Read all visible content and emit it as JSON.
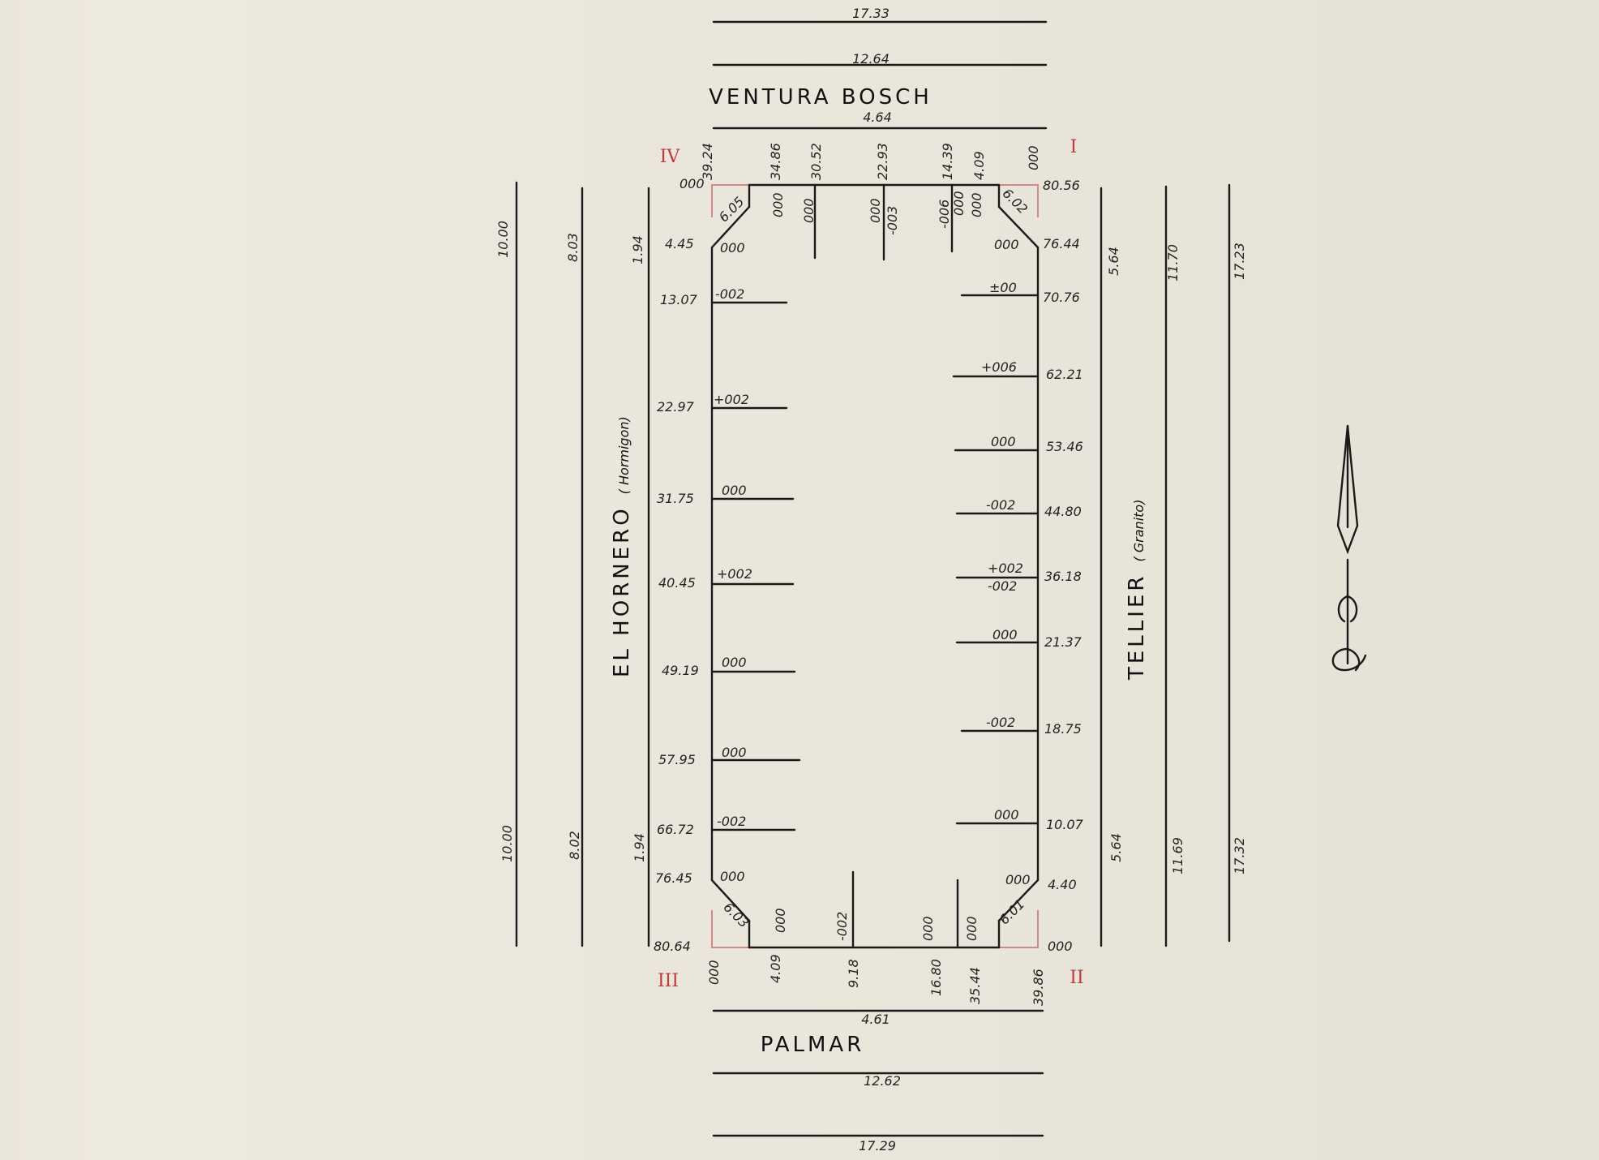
{
  "streets": {
    "top": "VENTURA BOSCH",
    "bottom": "PALMAR",
    "left": "EL HORNERO",
    "left_sub": "( Hormigon)",
    "right": "TELLIER",
    "right_sub": "( Granito)"
  },
  "widths": {
    "top_outer": "17.33",
    "top_mid": "12.64",
    "top_inner": "4.64",
    "bottom_inner": "4.61",
    "bottom_mid": "12.62",
    "bottom_outer": "17.29",
    "left_outer_top": "10.00",
    "left_mid_top": "8.03",
    "left_inner_top": "1.94",
    "left_outer_bot": "10.00",
    "left_mid_bot": "8.02",
    "left_inner_bot": "1.94",
    "right_inner_top": "5.64",
    "right_mid_top": "11.70",
    "right_outer_top": "17.23",
    "right_inner_bot": "5.64",
    "right_mid_bot": "11.69",
    "right_outer_bot": "17.32"
  },
  "corners": {
    "nw": "IV",
    "ne": "I",
    "sw": "III",
    "se": "II",
    "nw_chamfer": "6.05",
    "ne_chamfer": "6.02",
    "sw_chamfer": "6.03",
    "se_chamfer": "6.01"
  },
  "top_side": [
    {
      "dist": "39.24",
      "level": "000"
    },
    {
      "dist": "34.86",
      "level": "000"
    },
    {
      "dist": "30.52",
      "level": "000"
    },
    {
      "dist": "22.93",
      "level": "000",
      "level2": "-003"
    },
    {
      "dist": "14.39",
      "level": "-006",
      "level2": "000"
    },
    {
      "dist": "4.09",
      "level": "000"
    },
    {
      "dist": "000",
      "level": ""
    }
  ],
  "bottom_side": [
    {
      "dist": "000",
      "level": ""
    },
    {
      "dist": "4.09",
      "level": "000"
    },
    {
      "dist": "9.18",
      "level": "-002"
    },
    {
      "dist": "16.80",
      "level": "000"
    },
    {
      "dist": "35.44",
      "level": "000"
    },
    {
      "dist": "39.86",
      "level": ""
    }
  ],
  "left_side": [
    {
      "dist": "000",
      "level": ""
    },
    {
      "dist": "4.45",
      "level": "000"
    },
    {
      "dist": "13.07",
      "level": "-002"
    },
    {
      "dist": "22.97",
      "level": "+002"
    },
    {
      "dist": "31.75",
      "level": "000"
    },
    {
      "dist": "40.45",
      "level": "+002"
    },
    {
      "dist": "49.19",
      "level": "000"
    },
    {
      "dist": "57.95",
      "level": "000"
    },
    {
      "dist": "66.72",
      "level": "-002"
    },
    {
      "dist": "76.45",
      "level": "000"
    },
    {
      "dist": "80.64",
      "level": ""
    }
  ],
  "right_side": [
    {
      "dist": "80.56",
      "level": ""
    },
    {
      "dist": "76.44",
      "level": "000"
    },
    {
      "dist": "70.76",
      "level": "±00"
    },
    {
      "dist": "62.21",
      "level": "+006"
    },
    {
      "dist": "53.46",
      "level": "000"
    },
    {
      "dist": "44.80",
      "level": "-002"
    },
    {
      "dist": "36.18",
      "level": "+002",
      "level2": "-002"
    },
    {
      "dist": "21.37",
      "level": "000"
    },
    {
      "dist": "18.75",
      "level": "-002"
    },
    {
      "dist": "10.07",
      "level": "000"
    },
    {
      "dist": "4.40",
      "level": "000"
    },
    {
      "dist": "000",
      "level": ""
    }
  ]
}
